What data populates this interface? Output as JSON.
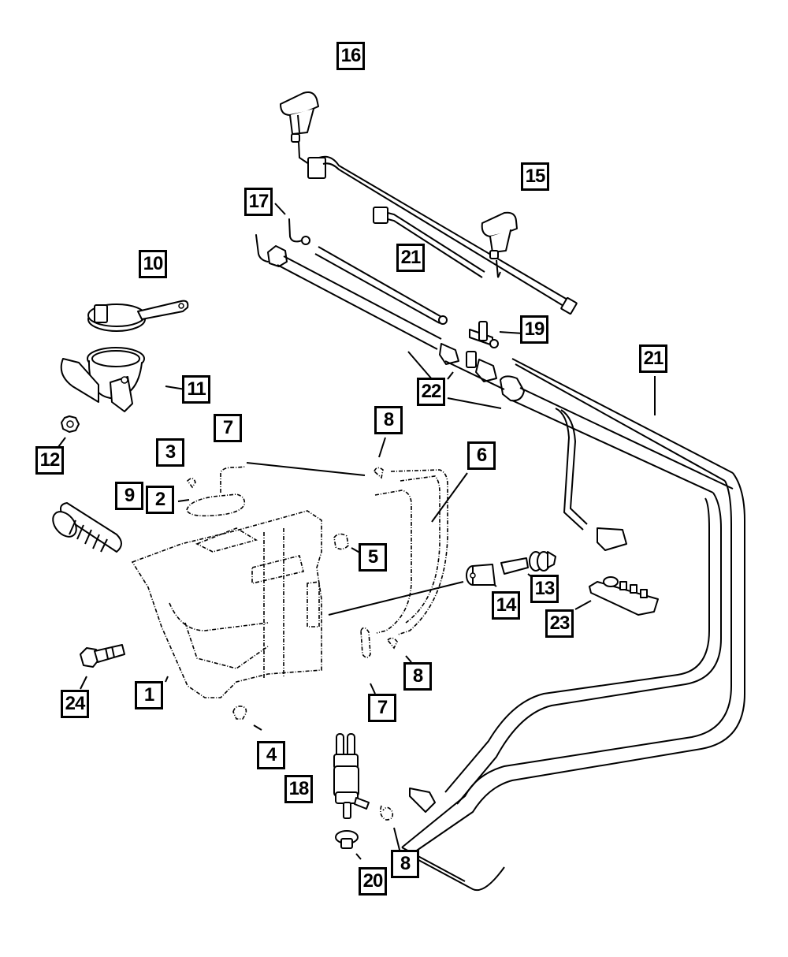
{
  "diagram": {
    "title": "Windshield / Headlamp Washer System Parts Diagram",
    "line_color": "#000000",
    "background": "#ffffff",
    "callouts": [
      {
        "id": "c16",
        "label": "16",
        "part": "washer-nozzle-left"
      },
      {
        "id": "c15",
        "label": "15",
        "part": "washer-nozzle-right"
      },
      {
        "id": "c17",
        "label": "17",
        "part": "hose-elbow"
      },
      {
        "id": "c21a",
        "label": "21",
        "part": "wiring-harness-nozzle"
      },
      {
        "id": "c10",
        "label": "10",
        "part": "filler-cap"
      },
      {
        "id": "c19",
        "label": "19",
        "part": "t-connector"
      },
      {
        "id": "c21b",
        "label": "21",
        "part": "washer-hose-long"
      },
      {
        "id": "c11",
        "label": "11",
        "part": "filler-neck"
      },
      {
        "id": "c22",
        "label": "22",
        "part": "hose-clip"
      },
      {
        "id": "c7a",
        "label": "7",
        "part": "hose-connector"
      },
      {
        "id": "c8a",
        "label": "8",
        "part": "clamp"
      },
      {
        "id": "c3",
        "label": "3",
        "part": "clip"
      },
      {
        "id": "c12",
        "label": "12",
        "part": "nut"
      },
      {
        "id": "c6",
        "label": "6",
        "part": "hose-assembly"
      },
      {
        "id": "c9",
        "label": "9",
        "part": "seal"
      },
      {
        "id": "c2",
        "label": "2",
        "part": "cover-plate"
      },
      {
        "id": "c5",
        "label": "5",
        "part": "grommet"
      },
      {
        "id": "c13",
        "label": "13",
        "part": "level-sensor"
      },
      {
        "id": "c14",
        "label": "14",
        "part": "sensor-grommet"
      },
      {
        "id": "c23",
        "label": "23",
        "part": "control-module"
      },
      {
        "id": "c8b",
        "label": "8",
        "part": "clamp"
      },
      {
        "id": "c1",
        "label": "1",
        "part": "washer-reservoir"
      },
      {
        "id": "c24",
        "label": "24",
        "part": "bolt"
      },
      {
        "id": "c7b",
        "label": "7",
        "part": "hose-connector"
      },
      {
        "id": "c4",
        "label": "4",
        "part": "grommet"
      },
      {
        "id": "c18",
        "label": "18",
        "part": "washer-pump"
      },
      {
        "id": "c8c",
        "label": "8",
        "part": "clamp"
      },
      {
        "id": "c20",
        "label": "20",
        "part": "pump-grommet"
      }
    ]
  }
}
